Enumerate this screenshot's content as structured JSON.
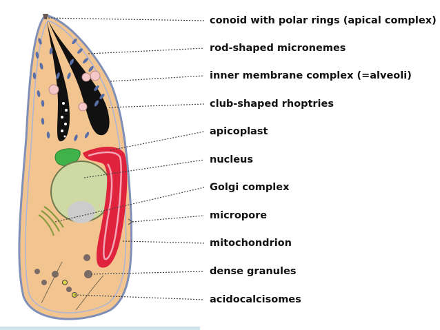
{
  "labels": [
    "conoid with polar rings (apical complex)",
    "rod-shaped micronemes",
    "inner membrane complex (=alveoli)",
    "club-shaped rhoptries",
    "apicoplast",
    "nucleus",
    "Golgi complex",
    "micropore",
    "mitochondrion",
    "dense granules",
    "acidocalcisomes"
  ],
  "colors": {
    "cell_fill": "#f2c590",
    "cell_outline": "#7f8fb8",
    "rhoptry": "#111111",
    "nucleus": "#cfd9a4",
    "nucleolus": "#cccccc",
    "mitochondrion": "#e0233c",
    "mitochondrion_inner": "#f3a6b5",
    "apicoplast": "#3fb34a",
    "golgi": "#8a9a40",
    "microneme": "#5a6fa8",
    "dense_granule": "#7a6a66",
    "acidocalcisome": "#ddd24a",
    "leader": "#444444"
  }
}
